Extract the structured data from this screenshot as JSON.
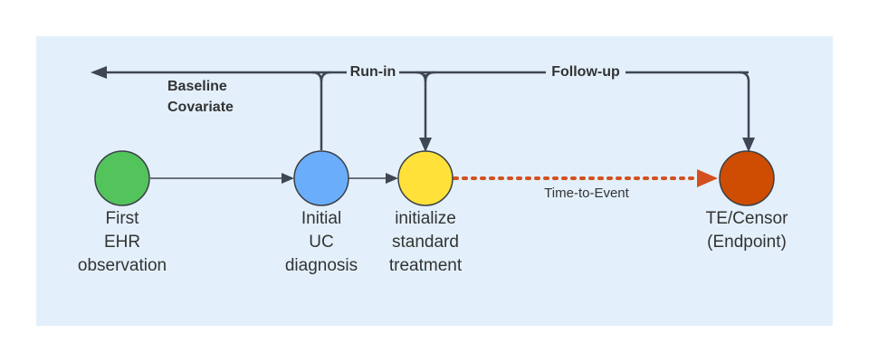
{
  "colors": {
    "panel": "#e3f0fb",
    "line": "#3f4654",
    "first": "#53c35c",
    "initial": "#6aaefb",
    "initialize": "#ffe13a",
    "endpoint": "#cf4d02",
    "time_to_event": "#d4501e"
  },
  "labels": {
    "baseline_line1": "Baseline",
    "baseline_line2": "Covariate",
    "run_in": "Run-in",
    "follow_up": "Follow-up",
    "time_to_event": "Time-to-Event"
  },
  "nodes": {
    "first": {
      "lines": [
        "First",
        "EHR",
        "observation"
      ]
    },
    "initial": {
      "lines": [
        "Initial",
        "UC",
        "diagnosis"
      ]
    },
    "initialize": {
      "lines": [
        "initialize",
        "standard",
        "treatment"
      ]
    },
    "endpoint": {
      "lines": [
        "TE/Censor",
        "(Endpoint)"
      ]
    }
  }
}
